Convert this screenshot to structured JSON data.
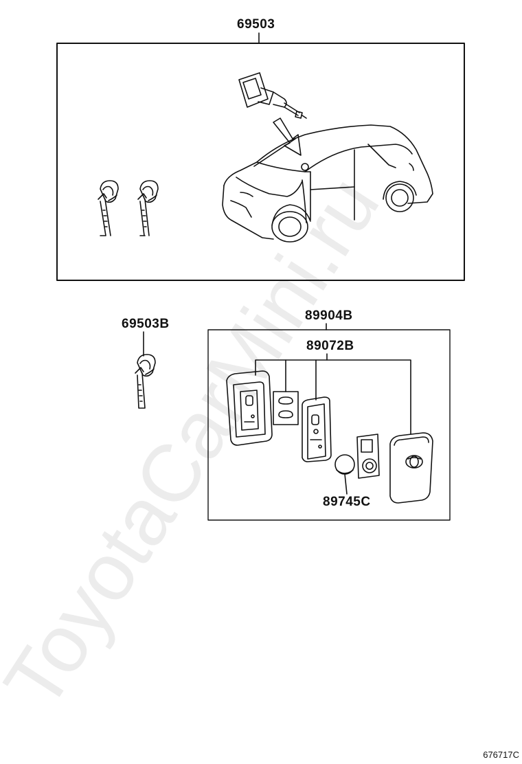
{
  "labels": {
    "key_set": "69503",
    "spare_key": "69503B",
    "smart_key_assy": "89904B",
    "transmitter_case": "89072B",
    "battery": "89745C"
  },
  "reference_code": "676717C",
  "watermark": "ToyotaCarMini.ru",
  "colors": {
    "line": "#111111",
    "watermark": "#e6e6e6"
  }
}
